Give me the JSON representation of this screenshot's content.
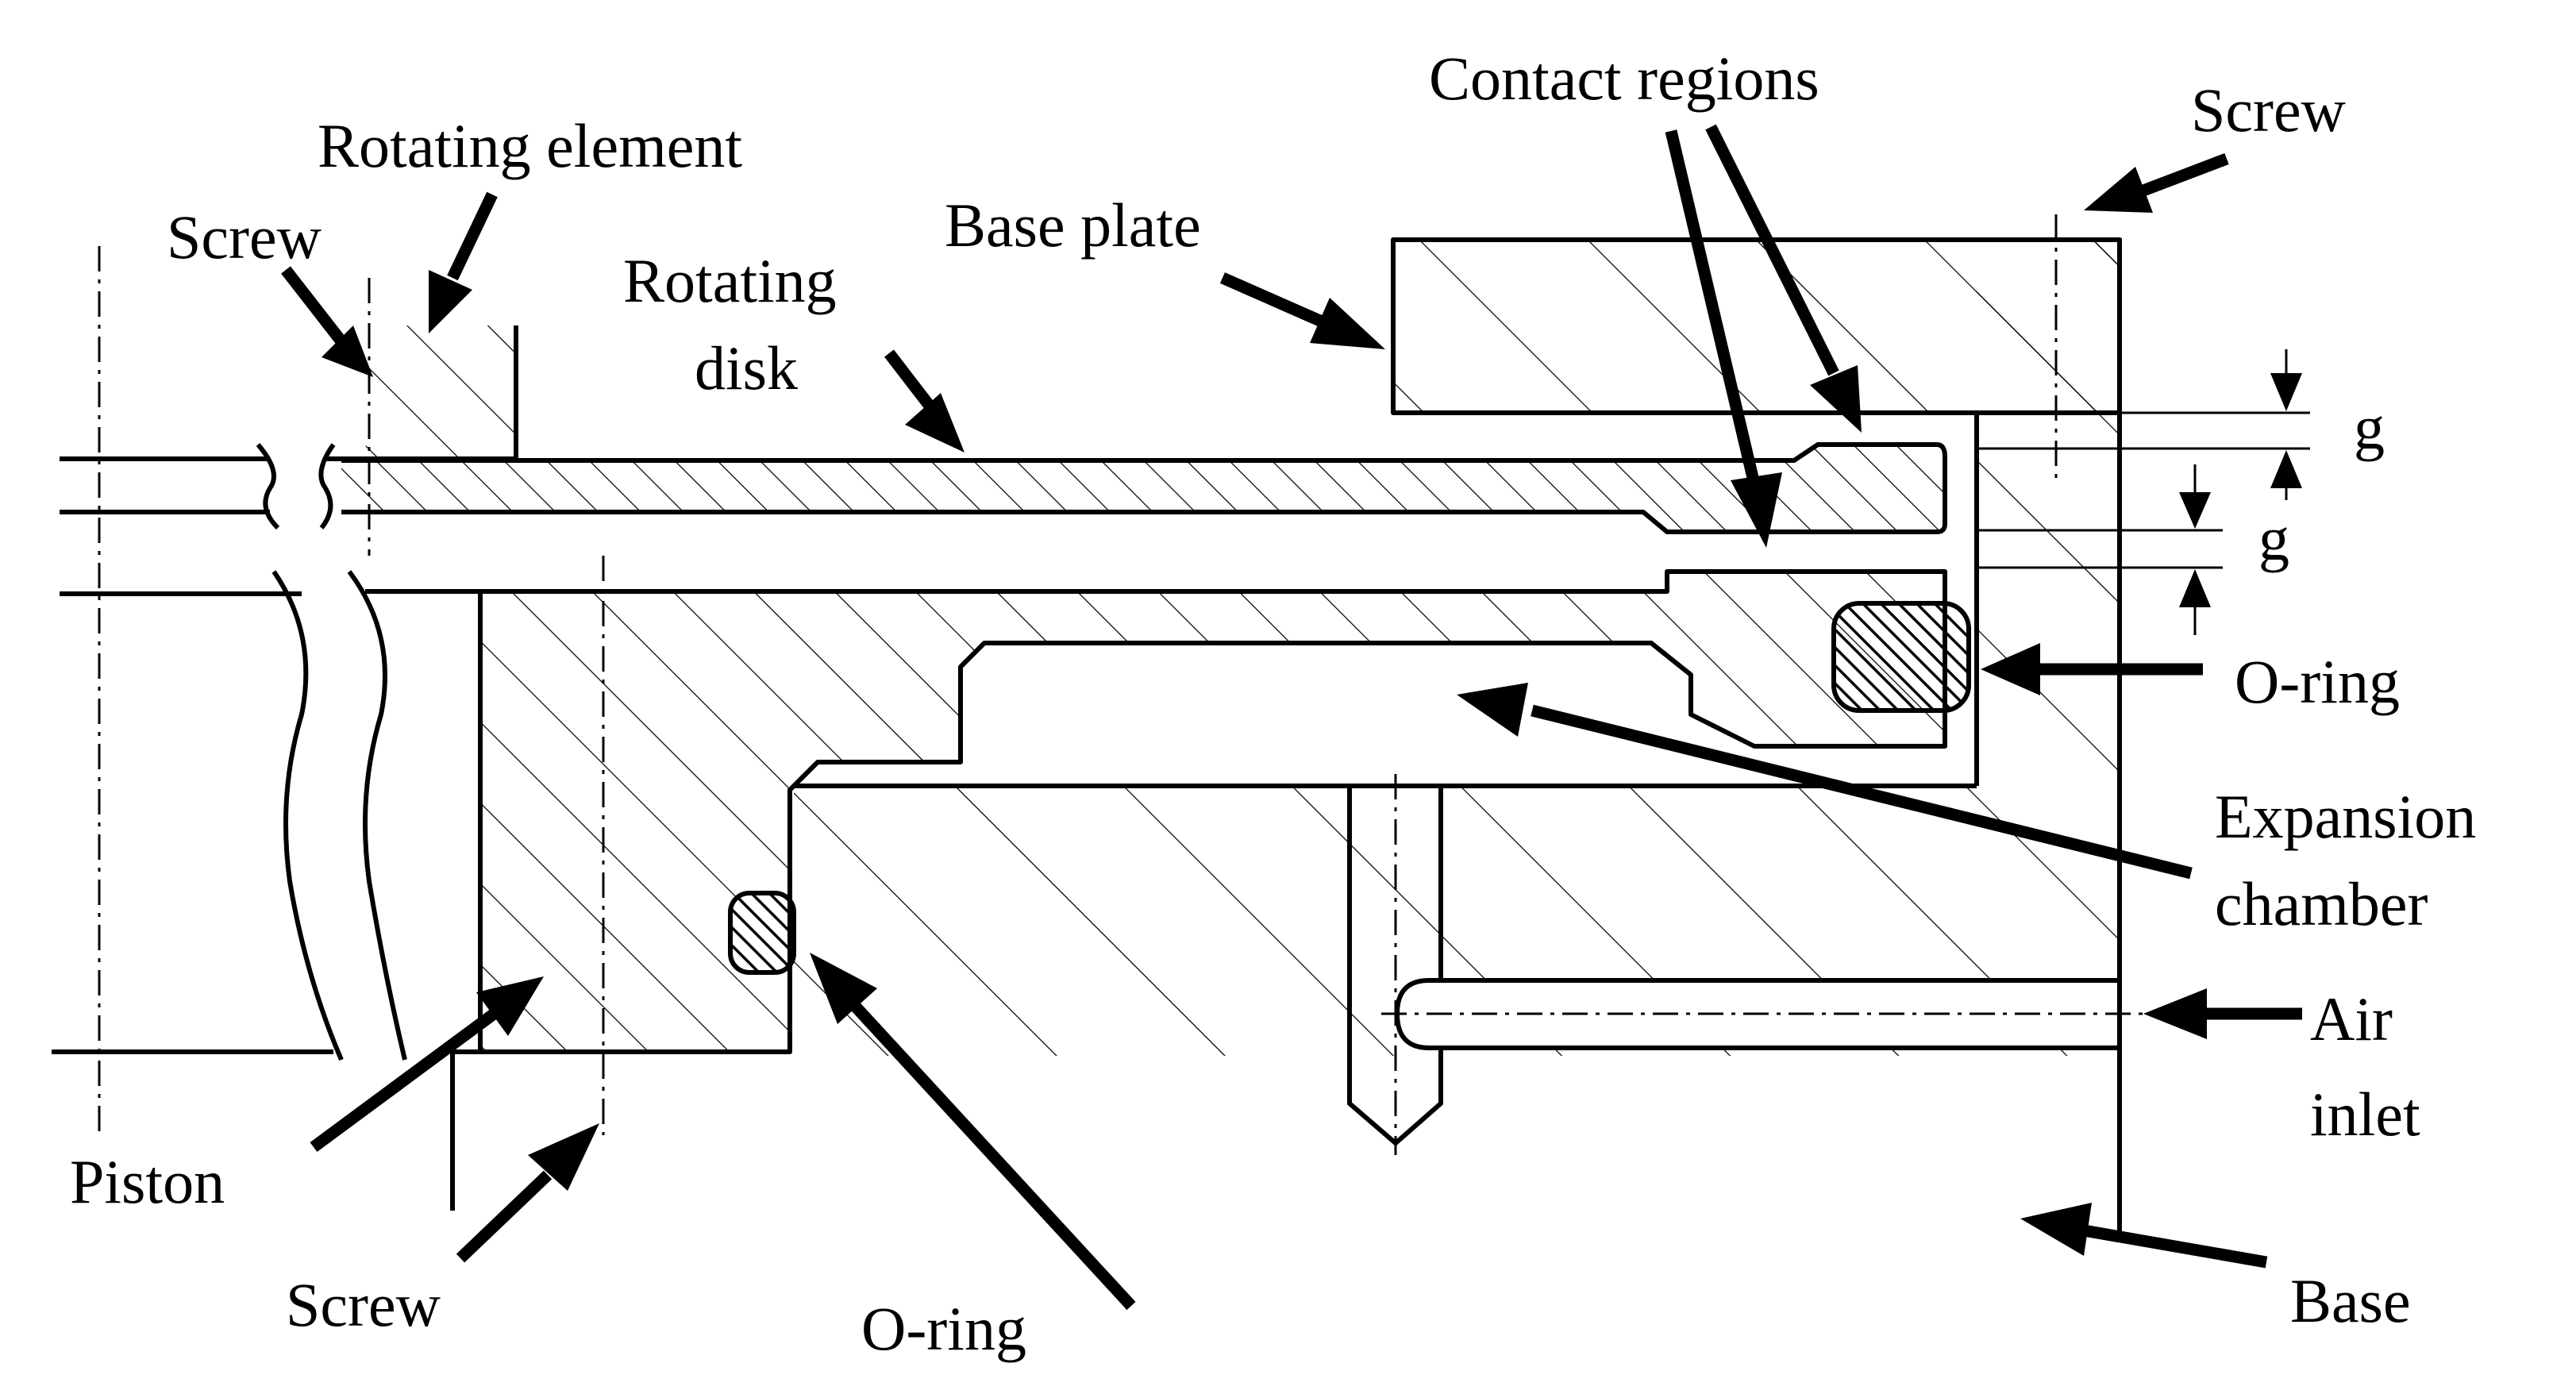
{
  "diagram": {
    "labels": {
      "screw_top_left": "Screw",
      "rotating_element": "Rotating element",
      "rotating_disk_line1": "Rotating",
      "rotating_disk_line2": "disk",
      "base_plate": "Base plate",
      "contact_regions": "Contact regions",
      "screw_top_right": "Screw",
      "gap_top": "g",
      "gap_bottom": "g",
      "o_ring_right": "O-ring",
      "expansion_chamber_line1": "Expansion",
      "expansion_chamber_line2": "chamber",
      "air_inlet_line1": "Air",
      "air_inlet_line2": "inlet",
      "base": "Base",
      "piston": "Piston",
      "screw_bottom": "Screw",
      "o_ring_bottom": "O-ring"
    },
    "colors": {
      "line": "#000000",
      "background": "#ffffff"
    }
  }
}
